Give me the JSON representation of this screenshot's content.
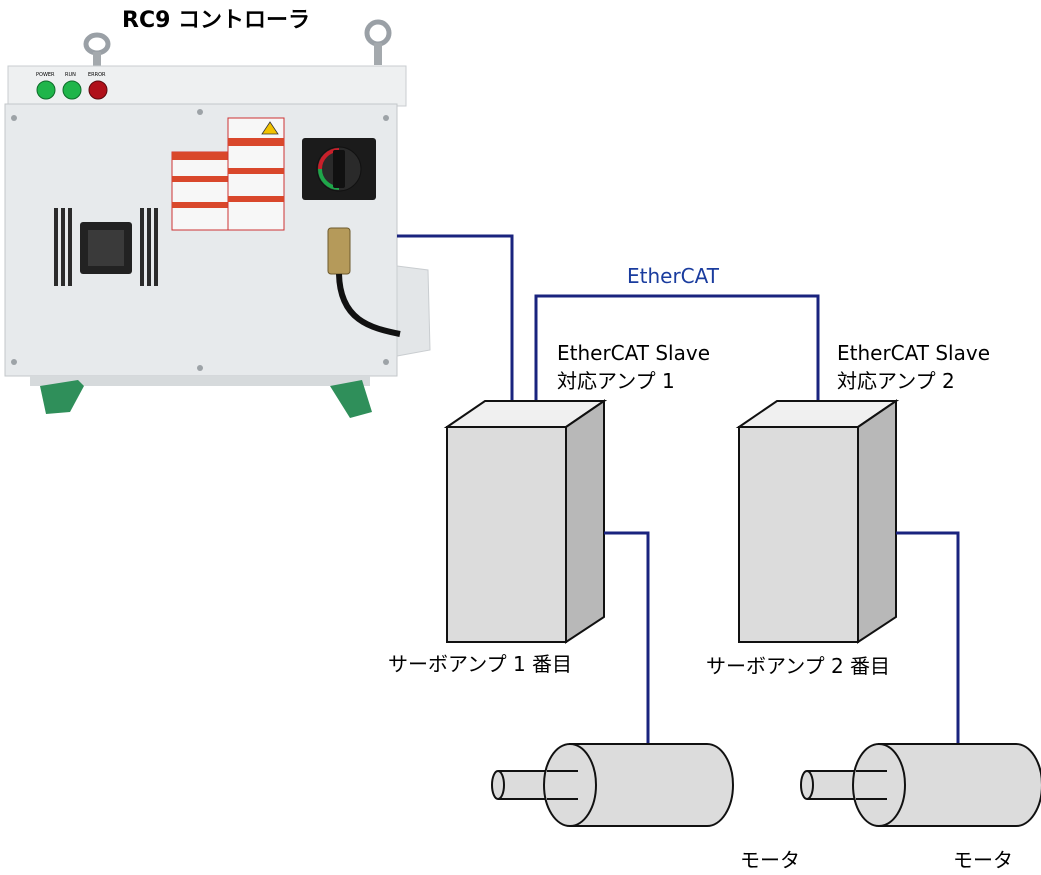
{
  "controller": {
    "title": "RC9 コントローラ",
    "indicators": [
      {
        "label": "POWER",
        "color": "#1fb54a"
      },
      {
        "label": "RUN",
        "color": "#1fb54a"
      },
      {
        "label": "ERROR",
        "color": "#b0101a"
      }
    ]
  },
  "network": {
    "label": "EtherCAT",
    "line_color": "#1a237e"
  },
  "amps": [
    {
      "slave_label_line1": "EtherCAT Slave",
      "slave_label_line2": "対応アンプ 1",
      "name": "サーボアンプ 1 番目"
    },
    {
      "slave_label_line1": "EtherCAT Slave",
      "slave_label_line2": "対応アンプ 2",
      "name": "サーボアンプ 2 番目"
    }
  ],
  "motors": [
    {
      "label": "モータ"
    },
    {
      "label": "モータ"
    }
  ],
  "colors": {
    "box_front": "#dcdcdc",
    "box_top": "#f0f0f0",
    "box_side": "#b8b8b8",
    "cabinet": "#e9ecee"
  }
}
